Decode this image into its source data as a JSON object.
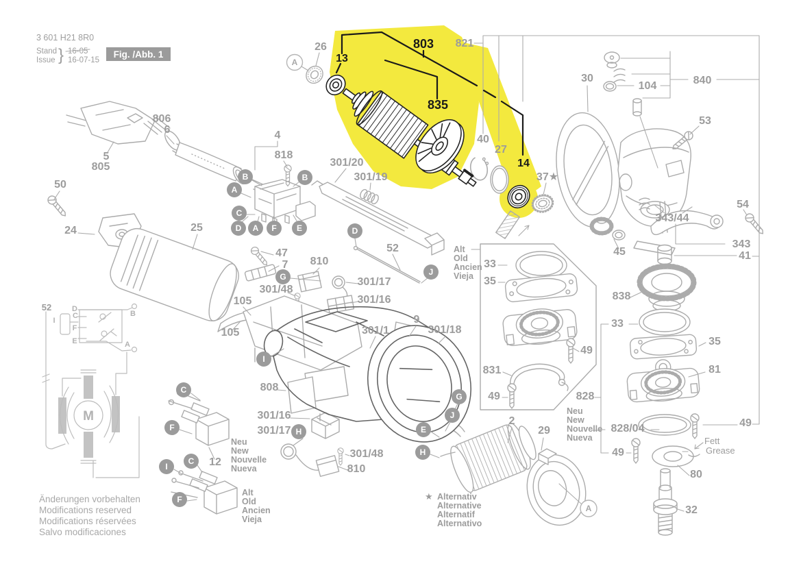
{
  "header": {
    "doc_number": "3 601 H21 8R0",
    "stand_label": "Stand",
    "issue_label": "Issue",
    "brace": "}",
    "date_old": "16-05",
    "date_new": "16-07-15",
    "fig_label": "Fig. /Abb. 1"
  },
  "footer": {
    "line1": "Änderungen vorbehalten",
    "line2": "Modifications reserved",
    "line3": "Modifications réservées",
    "line4": "Salvo modificaciones"
  },
  "legend": {
    "alt": [
      "Alt",
      "Old",
      "Ancien",
      "Vieja"
    ],
    "neu": [
      "Neu",
      "New",
      "Nouvelle",
      "Nueva"
    ],
    "alternative": {
      "star": "★",
      "lines": [
        "Alternativ",
        "Alternative",
        "Alternatif",
        "Alternativo"
      ]
    },
    "grease": [
      "Fett",
      "Grease"
    ]
  },
  "letters": {
    "a": "A",
    "b": "B",
    "c": "C",
    "d": "D",
    "e": "E",
    "f": "F",
    "g": "G",
    "h": "H",
    "i": "I",
    "j": "J",
    "m": "M"
  },
  "parts": {
    "p26": "26",
    "p13": "13",
    "p803": "803",
    "p821": "821",
    "p835": "835",
    "p30": "30",
    "p104": "104",
    "p840": "840",
    "p53": "53",
    "p806": "806",
    "p6": "6",
    "p4": "4",
    "p818": "818",
    "p301_20": "301/20",
    "p301_19": "301/19",
    "p40": "40",
    "p27": "27",
    "p14": "14",
    "p5": "5",
    "p805": "805",
    "p50": "50",
    "p37": "37★",
    "p343_44": "343/44",
    "p54": "54",
    "p343": "343",
    "p41": "41",
    "p24": "24",
    "p25": "25",
    "p45": "45",
    "p33L": "33",
    "p35L": "35",
    "p838": "838",
    "p52rod": "52",
    "p47": "47",
    "p7": "7",
    "p810a": "810",
    "p301_17a": "301/17",
    "p301_48a": "301/48",
    "p301_16a": "301/16",
    "p105a": "105",
    "p105b": "105",
    "p301_1": "301/1",
    "p9": "9",
    "p301_18": "301/18",
    "p33R": "33",
    "p35R": "35",
    "p81": "81",
    "p49a": "49",
    "p831": "831",
    "p49b": "49",
    "p828": "828",
    "p808": "808",
    "p301_16b": "301/16",
    "p301_17b": "301/17",
    "p301_48b": "301/48",
    "p810b": "810",
    "p12": "12",
    "p2": "2",
    "p29": "29",
    "p828_04": "828/04",
    "p49c": "49",
    "p49d": "49",
    "p80": "80",
    "p32": "32",
    "pw52": "52"
  },
  "colors": {
    "highlight": "#f3e93e",
    "part_line": "#ababab",
    "dark_line": "#646464",
    "black_line": "#1a1a1a",
    "label": "#9c9c9c",
    "fig_box_bg": "#9b9b9b"
  }
}
